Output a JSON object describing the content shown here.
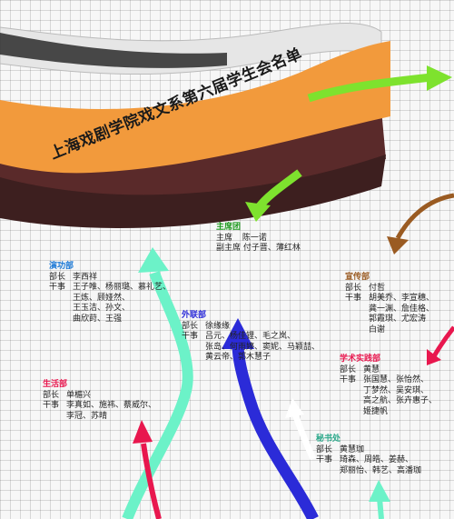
{
  "title": "上海戏剧学院戏文系第六届学生会名单",
  "colors": {
    "orange": "#f29a3c",
    "dark_band": "#3d1f1f",
    "green_arrow": "#7ee22e",
    "brown_arrow": "#9a5b22",
    "mint_arrow": "#6cf2c8",
    "blue_arrow": "#2b2bd8",
    "pink_arrow": "#e8174e"
  },
  "sections": {
    "presidium": {
      "name": "主席团",
      "chair_label": "主席",
      "chair": "陈一诺",
      "vice_label": "副主席",
      "vice": "付子晋、薄红林",
      "color": "#1e9a1e"
    },
    "literature": {
      "name": "演功部",
      "head_label": "部长",
      "head": "李西祥",
      "staff_label": "干事",
      "staff": [
        "王子唯、杨丽璐、慕礼艺、",
        "王炼、顾娅然、",
        "王玉洁、孙文、",
        "曲欣莳、王强"
      ],
      "color": "#1a78d6"
    },
    "publicity": {
      "name": "宣传部",
      "head_label": "部长",
      "head": "付哲",
      "staff_label": "干事",
      "staff": [
        "胡美乔、李宣穗、",
        "龚一渊、詹佳格、",
        "郭霞琪、尤宏涛",
        "白谢"
      ],
      "color": "#9a5b22"
    },
    "external": {
      "name": "外联部",
      "head_label": "部长",
      "head": "徐缘缘",
      "staff_label": "干事",
      "staff": [
        "吕元、杨佳锂、毛之岚、",
        "张岛、何雨婷、窦妮、马颖喆、",
        "黄云帝、郭木慧子"
      ],
      "color": "#2b2bd8"
    },
    "academic": {
      "name": "学术实践部",
      "head_label": "部长",
      "head": "黄慧",
      "staff_label": "干事",
      "staff": [
        "张国慧、张怡然、",
        "丁梦然、吴安琪、",
        "高之航、张卉惠子、",
        "姬捷帆"
      ],
      "color": "#e8174e"
    },
    "life": {
      "name": "生活部",
      "head_label": "部长",
      "head": "单楣兴",
      "staff_label": "干事",
      "staff": [
        "李真如、施祎、蔡威尔、",
        "李冠、苏晴"
      ],
      "color": "#e8174e"
    },
    "secretary": {
      "name": "秘书处",
      "head_label": "部长",
      "head": "黄慧珈",
      "staff_label": "干事",
      "staff": [
        "琦森、周皓、姜赫、",
        "郑丽怡、韩艺、高潘珈"
      ],
      "color": "#2ba88a"
    }
  }
}
